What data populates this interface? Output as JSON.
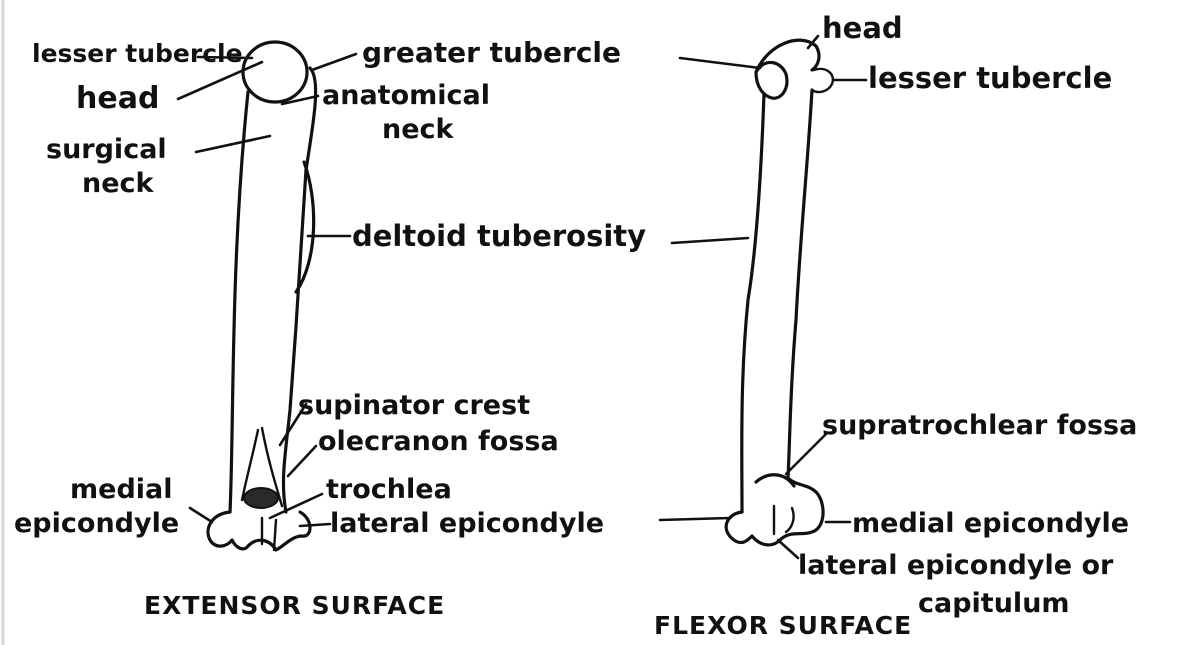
{
  "extensor": {
    "lesser_tubercle": "lesser tubercle",
    "head": "head",
    "surgical_neck_1": "surgical",
    "surgical_neck_2": "neck",
    "greater_tubercle": "greater tubercle",
    "anatomical_neck_1": "anatomical",
    "anatomical_neck_2": "neck",
    "deltoid_tuberosity": "deltoid tuberosity",
    "supinator_crest": "supinator crest",
    "olecranon_fossa": "olecranon fossa",
    "trochlea": "trochlea",
    "medial_epicondyle_1": "medial",
    "medial_epicondyle_2": "epicondyle",
    "lateral_epicondyle": "lateral epicondyle",
    "caption": "EXTENSOR SURFACE"
  },
  "flexor": {
    "head": "head",
    "lesser_tubercle": "lesser tubercle",
    "supratrochlear_fossa": "supratrochlear fossa",
    "medial_epicondyle": "medial epicondyle",
    "lateral_epicondyle_1": "lateral epicondyle or",
    "lateral_epicondyle_2": "capitulum",
    "caption": "FLEXOR SURFACE"
  }
}
